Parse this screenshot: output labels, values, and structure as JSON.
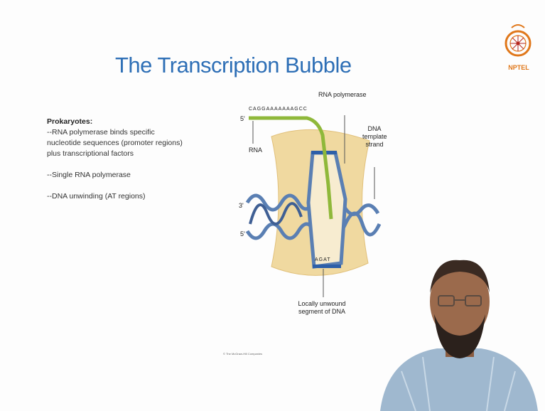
{
  "slide": {
    "title": "The Transcription Bubble",
    "logo_text": "NPTEL",
    "bullets": {
      "heading": "Prokaryotes:",
      "items": [
        "--RNA polymerase binds specific nucleotide sequences (promoter regions) plus transcriptional factors",
        "--Single RNA polymerase",
        "--DNA unwinding (AT regions)"
      ]
    },
    "diagram": {
      "labels": {
        "rna_polymerase": "RNA polymerase",
        "rna": "RNA",
        "dna_template_strand": "DNA template strand",
        "locally_unwound": "Locally unwound segment of DNA",
        "five_prime_rna": "5'",
        "three_prime": "3'",
        "five_prime_dna": "5'",
        "rna_sequence": "CAGGAAAAAAAGCC",
        "bubble_bottom_sequence": "AGAT"
      }
    },
    "caption": "© The McGraw-Hill Companies"
  },
  "colors": {
    "title": "#2e6fb6",
    "logo": "#e0771a",
    "polymerase": "#f0d9a0",
    "dna": "#5a7fb3",
    "rna": "#8fb83a"
  }
}
